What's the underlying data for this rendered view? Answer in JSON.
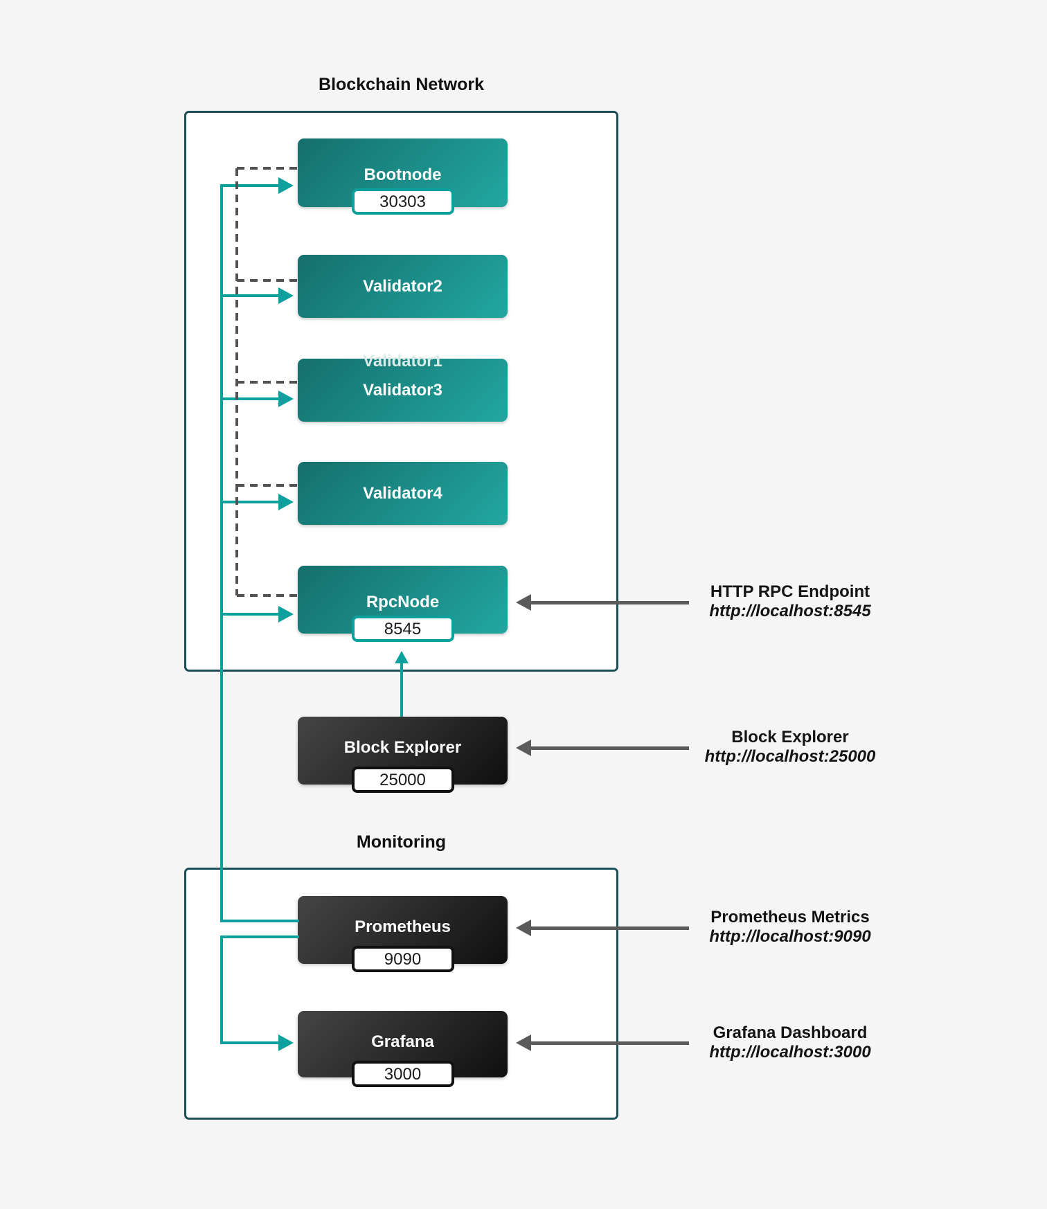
{
  "diagram": {
    "background": "#f5f5f5",
    "groups": {
      "blockchain": {
        "title": "Blockchain Network"
      },
      "monitoring": {
        "title": "Monitoring"
      }
    },
    "nodes": {
      "bootnode": {
        "label": "Bootnode",
        "port": "30303"
      },
      "validator2": {
        "label": "Validator2"
      },
      "validator3": {
        "label": "Validator3"
      },
      "validator4": {
        "label": "Validator4"
      },
      "rpcnode": {
        "label": "RpcNode",
        "port": "8545"
      },
      "block_explorer": {
        "label": "Block Explorer",
        "port": "25000"
      },
      "prometheus": {
        "label": "Prometheus",
        "port": "9090"
      },
      "grafana": {
        "label": "Grafana",
        "port": "3000"
      }
    },
    "ghost_node": {
      "label": "Validator1"
    },
    "annotations": {
      "rpc": {
        "title": "HTTP RPC Endpoint",
        "url": "http://localhost:8545"
      },
      "explorer": {
        "title": "Block Explorer",
        "url": "http://localhost:25000"
      },
      "prometheus": {
        "title": "Prometheus Metrics",
        "url": "http://localhost:9090"
      },
      "grafana": {
        "title": "Grafana Dashboard",
        "url": "http://localhost:3000"
      }
    },
    "colors": {
      "teal_node_start": "#156f6c",
      "teal_node_end": "#22a7a1",
      "dark_node_start": "#454545",
      "dark_node_end": "#0f0f0f",
      "connector_teal": "#0ca19d",
      "connector_gray": "#5b5b5b",
      "dashed_gray": "#525252",
      "group_border": "#1c4e57"
    }
  }
}
